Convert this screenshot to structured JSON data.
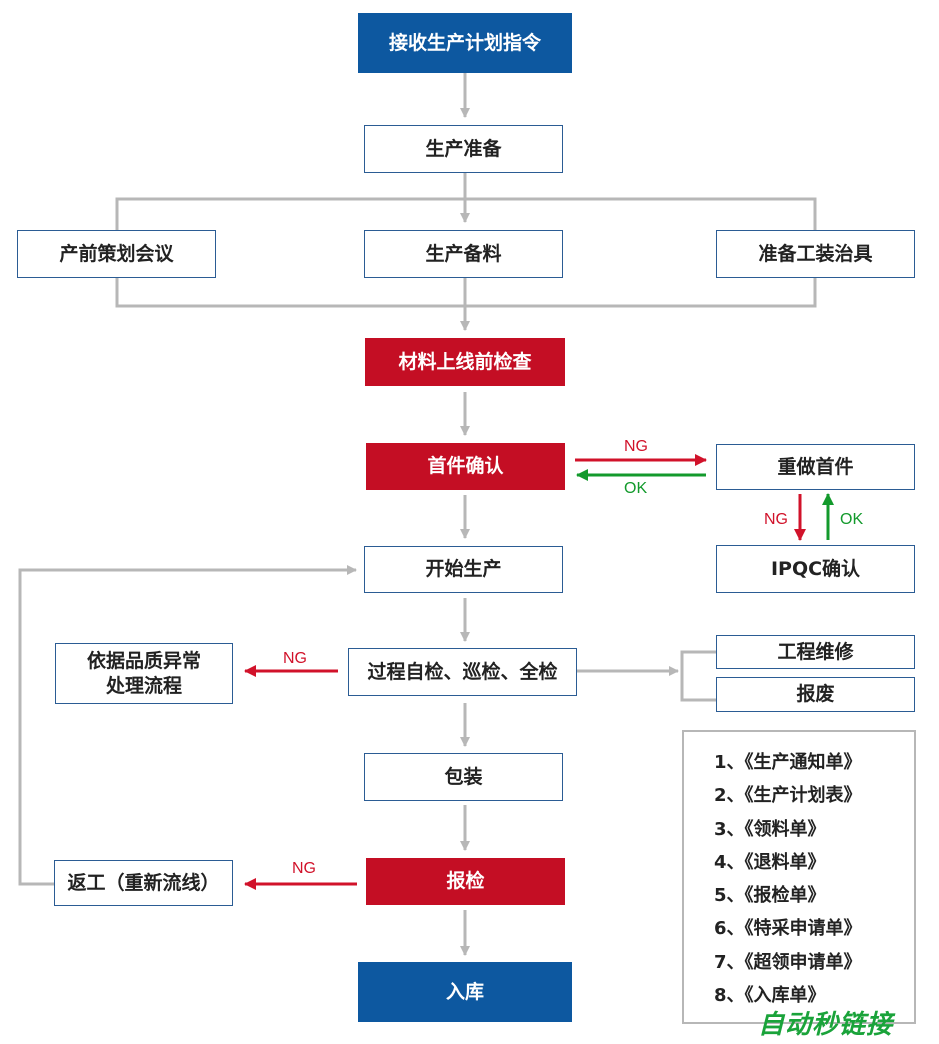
{
  "nodes": {
    "receive_plan": "接收生产计划指令",
    "prep": "生产准备",
    "pre_meeting": "产前策划会议",
    "material_prep": "生产备料",
    "fixtures": "准备工装治具",
    "material_check": "材料上线前检查",
    "first_article": "首件确认",
    "redo_first": "重做首件",
    "ipqc": "IPQC确认",
    "start_production": "开始生产",
    "process_check": "过程自检、巡检、全检",
    "abnormal_handling": "依据品质异常处理流程",
    "eng_repair": "工程维修",
    "scrap": "报废",
    "packing": "包装",
    "inspection": "报检",
    "rework": "返工（重新流线）",
    "warehouse": "入库"
  },
  "labels": {
    "ng_first": "NG",
    "ok_first": "OK",
    "ng_ipqc": "NG",
    "ok_ipqc": "OK",
    "ng_process": "NG",
    "ng_inspection": "NG"
  },
  "documents": [
    "1、《生产通知单》",
    "2、《生产计划表》",
    "3、《领料单》",
    "4、《退料单》",
    "5、《报检单》",
    "6、《特采申请单》",
    "7、《超领申请单》",
    "8、《入库单》"
  ],
  "watermark": "自动秒链接",
  "colors": {
    "blue": "#0d58a0",
    "red": "#c40e24",
    "ng": "#d1122a",
    "ok": "#139a2c",
    "line": "#b7b7b7",
    "border": "#2b5c94"
  }
}
